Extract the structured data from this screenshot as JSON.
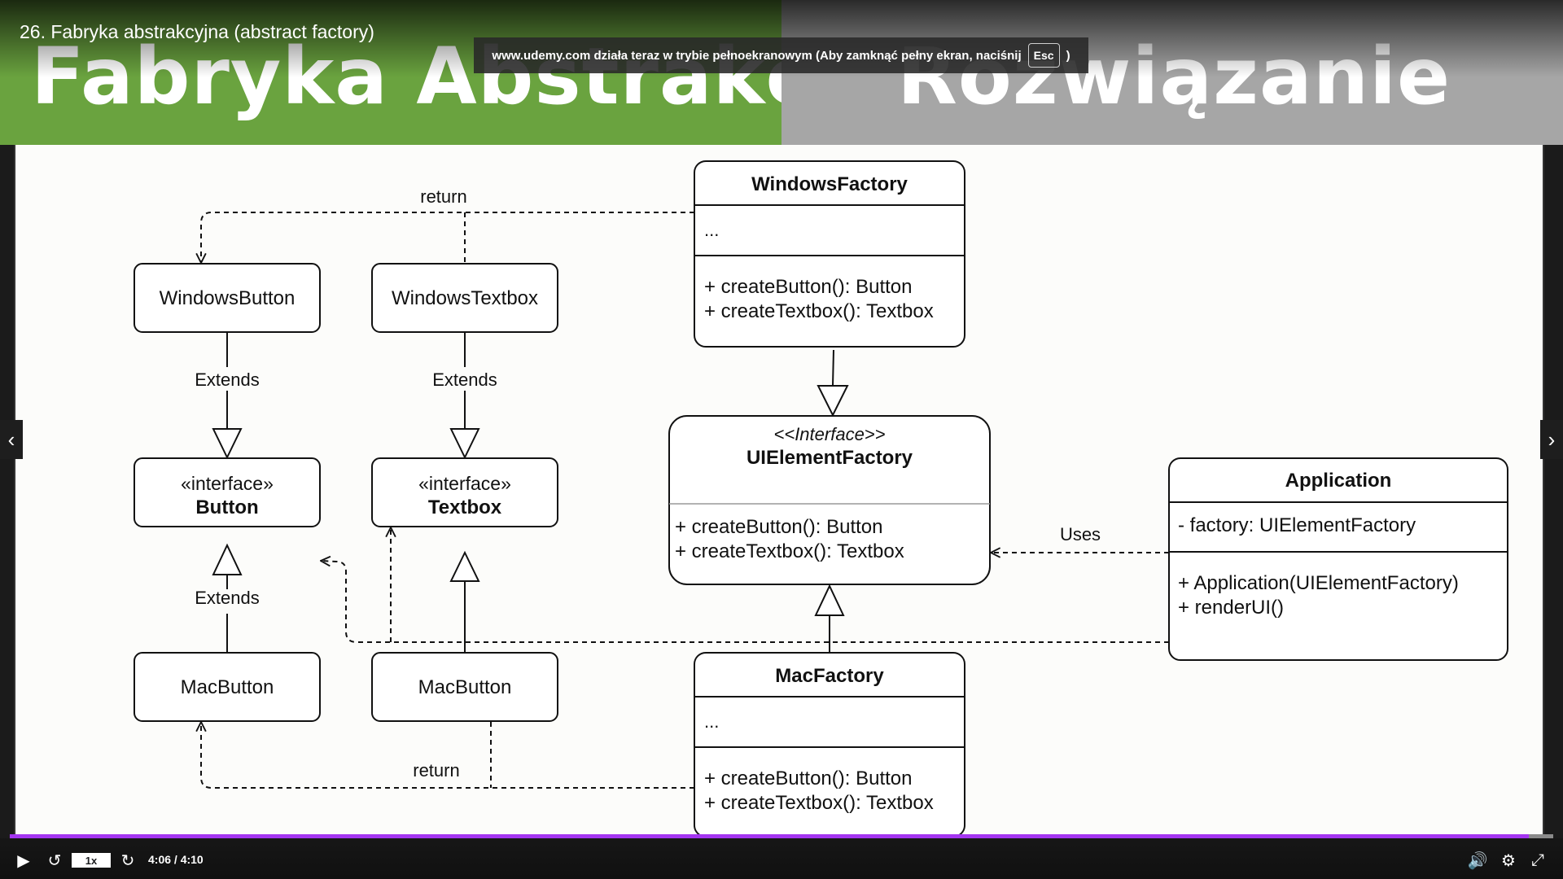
{
  "header": {
    "lecture_title": "26. Fabryka abstrakcyjna (abstract factory)",
    "banner_left": "Fabryka Abstrakcyjna",
    "banner_right": "Rozwiązanie",
    "colors": {
      "left_banner": "#6aa33f",
      "right_banner": "#a6a6a6"
    }
  },
  "fullscreen_notice": {
    "text": "www.udemy.com działa teraz w trybie pełnoekranowym (Aby zamknąć pełny ekran, naciśnij",
    "key": "Esc",
    "close_paren": ")"
  },
  "diagram": {
    "windows_button": "WindowsButton",
    "windows_textbox": "WindowsTextbox",
    "button_stereotype": "«interface»",
    "button_name": "Button",
    "textbox_stereotype": "«interface»",
    "textbox_name": "Textbox",
    "mac_button_1": "MacButton",
    "mac_button_2": "MacButton",
    "extends_1": "Extends",
    "extends_2": "Extends",
    "extends_3": "Extends",
    "return_top": "return",
    "return_bottom": "return",
    "uses": "Uses",
    "windows_factory": {
      "name": "WindowsFactory",
      "attrs": "...",
      "op1": "+ createButton(): Button",
      "op2": "+ createTextbox(): Textbox"
    },
    "ui_factory": {
      "stereotype": "<<Interface>>",
      "name": "UIElementFactory",
      "op1": "+ createButton(): Button",
      "op2": "+ createTextbox(): Textbox"
    },
    "mac_factory": {
      "name": "MacFactory",
      "attrs": "...",
      "op1": "+ createButton(): Button",
      "op2": "+ createTextbox(): Textbox"
    },
    "application": {
      "name": "Application",
      "attr": "- factory: UIElementFactory",
      "op1": "+ Application(UIElementFactory)",
      "op2": "+ renderUI()"
    }
  },
  "player": {
    "play_icon": "play-icon",
    "rewind_icon": "rewind-icon",
    "speed": "1x",
    "forward_icon": "forward-icon",
    "time": "4:06 / 4:10",
    "progress": 0.984,
    "volume_icon": "volume-icon",
    "settings_icon": "gear-icon",
    "exit_fullscreen_icon": "exit-fullscreen-icon",
    "accent_color": "#a435f0"
  },
  "nav": {
    "prev_icon": "chevron-left-icon",
    "next_icon": "chevron-right-icon"
  }
}
